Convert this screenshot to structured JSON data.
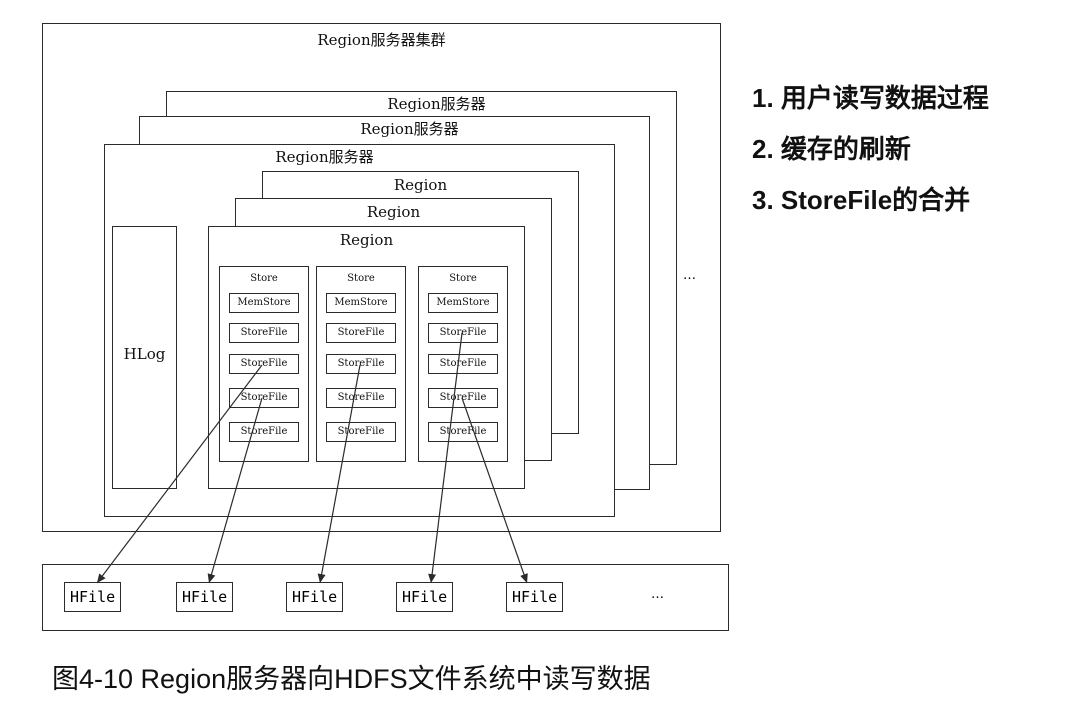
{
  "cluster": {
    "title": "Region服务器集群"
  },
  "servers": [
    {
      "title": "Region服务器"
    },
    {
      "title": "Region服务器"
    },
    {
      "title": "Region服务器"
    }
  ],
  "regions": [
    {
      "title": "Region"
    },
    {
      "title": "Region"
    },
    {
      "title": "Region"
    }
  ],
  "hlog": {
    "label": "HLog"
  },
  "stores": [
    {
      "title": "Store",
      "memstore": "MemStore",
      "storefiles": [
        "StoreFile",
        "StoreFile",
        "StoreFile",
        "StoreFile"
      ]
    },
    {
      "title": "Store",
      "memstore": "MemStore",
      "storefiles": [
        "StoreFile",
        "StoreFile",
        "StoreFile",
        "StoreFile"
      ]
    },
    {
      "title": "Store",
      "memstore": "MemStore",
      "storefiles": [
        "StoreFile",
        "StoreFile",
        "StoreFile",
        "StoreFile"
      ]
    }
  ],
  "cluster_ellipsis": "…",
  "hdfs": {
    "hfiles": [
      "HFile",
      "HFile",
      "HFile",
      "HFile",
      "HFile"
    ],
    "ellipsis": "…"
  },
  "legend": [
    "1. 用户读写数据过程",
    "2. 缓存的刷新",
    "3. StoreFile的合并"
  ],
  "caption": "图4-10 Region服务器向HDFS文件系统中读写数据"
}
